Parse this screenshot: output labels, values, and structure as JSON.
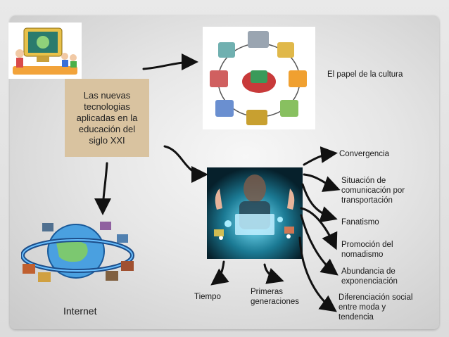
{
  "center_topic": "Las nuevas tecnologias aplicadas  en la educación del siglo XXI",
  "nodes": {
    "cultura": "El papel de la cultura",
    "internet": "Internet",
    "tiempo": "Tiempo",
    "primeras": "Primeras generaciones"
  },
  "branches": [
    "Convergencia",
    "Situación de comunicación por transportación",
    "Fanatismo",
    "Promoción del nomadismo",
    "Abundancia de exponenciación",
    "Diferenciación social entre moda y tendencia"
  ],
  "colors": {
    "box": "#d9c3a0",
    "arrow": "#111111",
    "panel": "#e6e6e6"
  },
  "icons": [
    "computer-class-clipart",
    "tech-cycle-clipart",
    "person-touchscreen-photo",
    "internet-globe-clipart"
  ]
}
